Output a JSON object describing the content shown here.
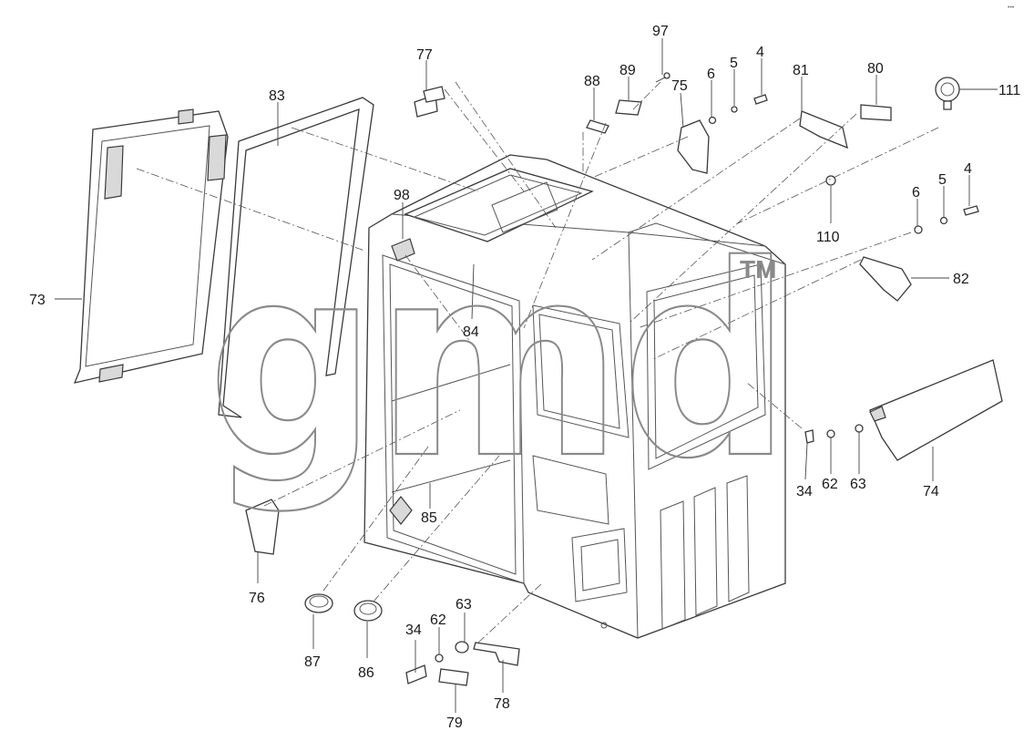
{
  "corner_mark": "••• ",
  "watermark": {
    "text": "gmd",
    "trademark": "TM"
  },
  "callouts": {
    "c73": "73",
    "c83": "83",
    "c77": "77",
    "c97": "97",
    "c88": "88",
    "c89": "89",
    "c75": "75",
    "c6a": "6",
    "c5a": "5",
    "c4a": "4",
    "c81": "81",
    "c80": "80",
    "c111": "111",
    "c98": "98",
    "c110": "110",
    "c6b": "6",
    "c5b": "5",
    "c4b": "4",
    "c82": "82",
    "c84": "84",
    "c85": "85",
    "c76": "76",
    "c87": "87",
    "c86": "86",
    "c34a": "34",
    "c62a": "62",
    "c63a": "63",
    "c74": "74",
    "c34b": "34",
    "c62b": "62",
    "c63b": "63",
    "c78": "78",
    "c79": "79"
  }
}
